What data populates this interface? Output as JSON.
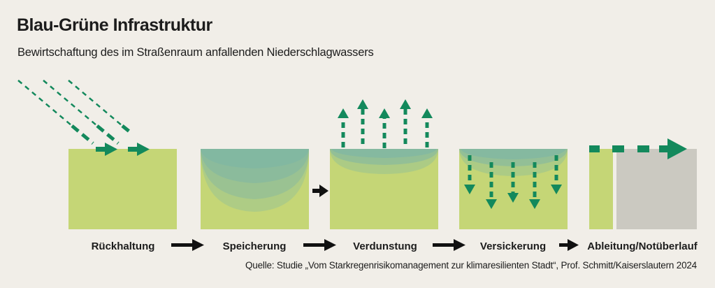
{
  "header": {
    "title": "Blau-Grüne Infrastruktur",
    "subtitle": "Bewirtschaftung des im Straßenraum anfallenden Niederschlagwassers"
  },
  "steps": [
    {
      "label": "Rückhaltung"
    },
    {
      "label": "Speicherung"
    },
    {
      "label": "Verdunstung"
    },
    {
      "label": "Versickerung"
    },
    {
      "label": "Ableitung/Notüberlauf"
    }
  ],
  "footer": {
    "source": "Quelle: Studie „Vom Starkregenrisikomanagement zur klimaresilienten Stadt“, Prof. Schmitt/Kaiserslautern 2024"
  },
  "colors": {
    "soil": "#c5d676",
    "water": "#7fb6a4",
    "arrow_green": "#13895c",
    "arrow_black": "#111111",
    "sealed": "#cbc9c1",
    "background": "#f1eee8"
  }
}
